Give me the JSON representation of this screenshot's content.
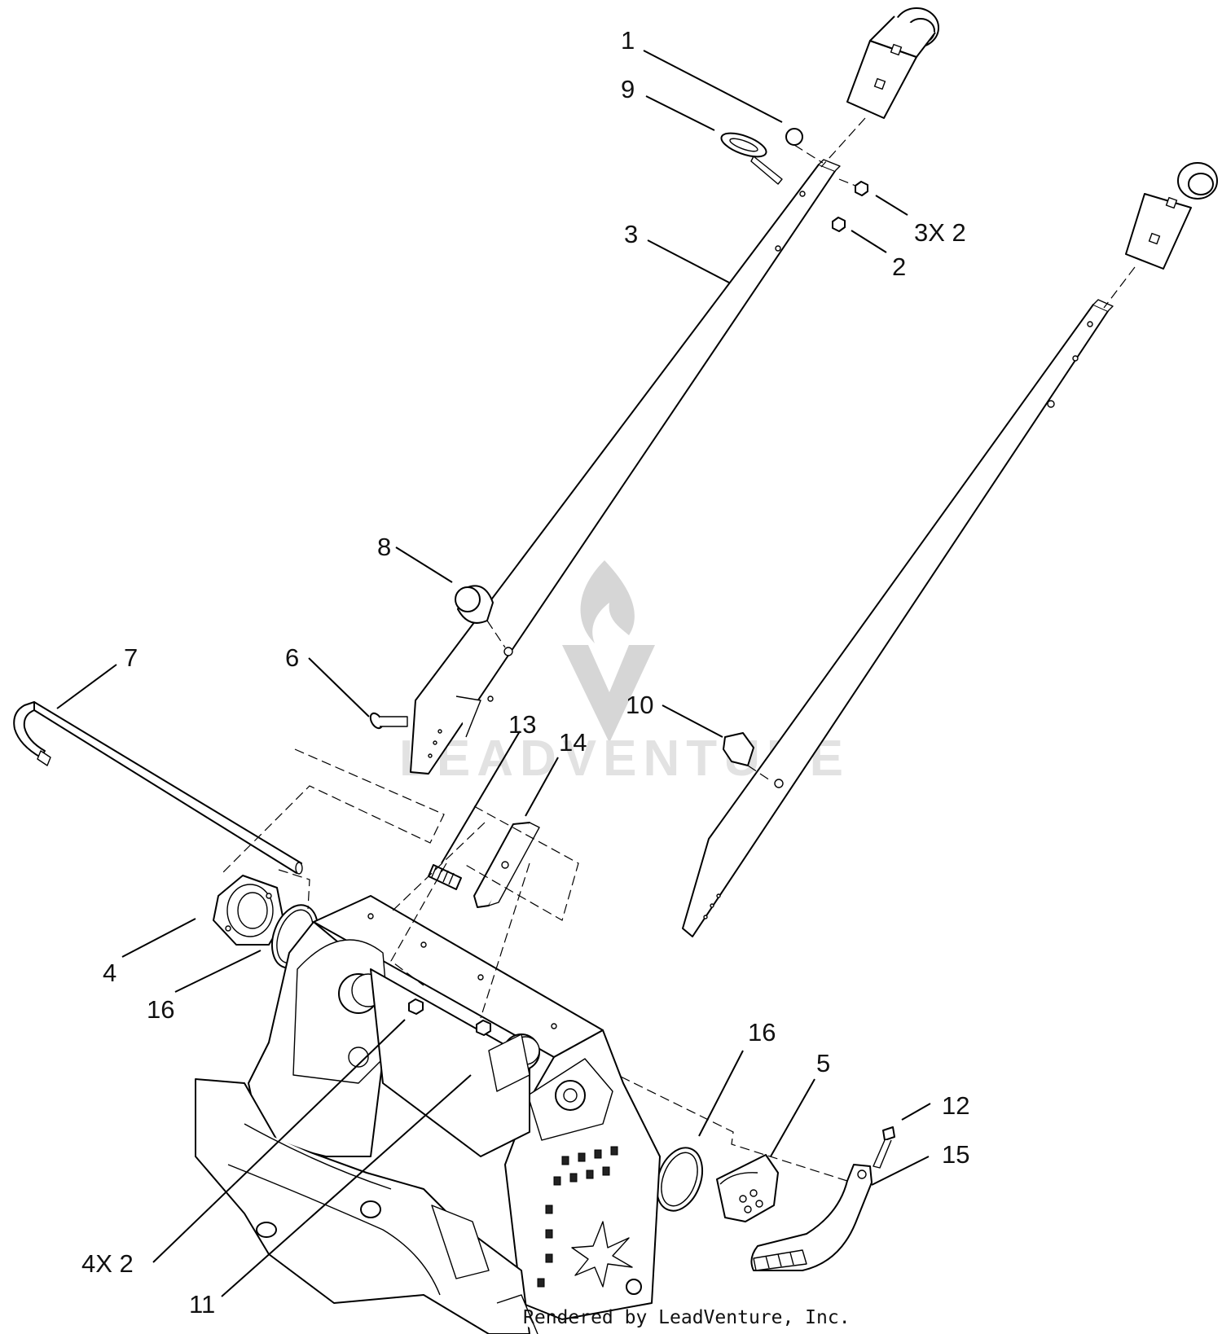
{
  "callouts": {
    "c1": "1",
    "c9": "9",
    "c3x2": "3X 2",
    "c3": "3",
    "c2": "2",
    "c8": "8",
    "c7": "7",
    "c6": "6",
    "c13": "13",
    "c14": "14",
    "c10": "10",
    "c4": "4",
    "c16a": "16",
    "c16b": "16",
    "c5": "5",
    "c12": "12",
    "c15": "15",
    "c4x2": "4X 2",
    "c11": "11"
  },
  "watermark": {
    "text": "LEADVENTURE"
  },
  "footer": {
    "credit": "Rendered by LeadVenture, Inc."
  }
}
